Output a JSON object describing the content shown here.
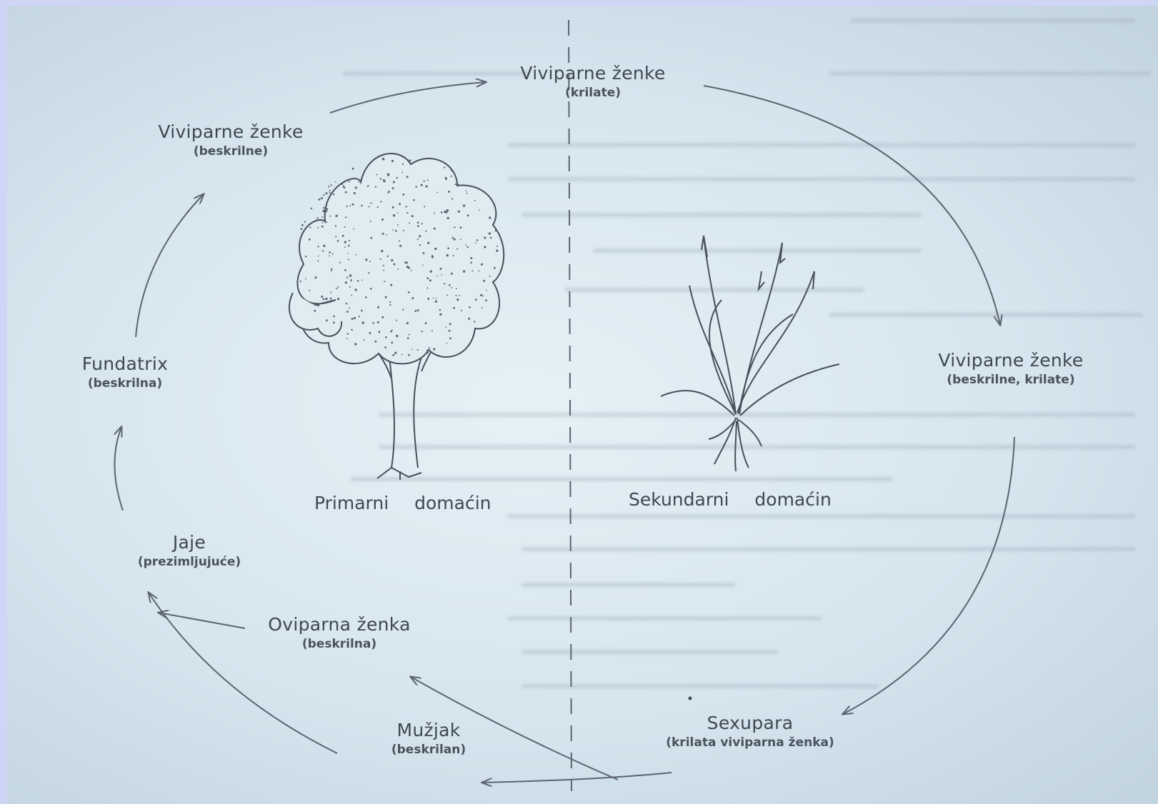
{
  "nodes": {
    "viviparne_krilate": {
      "title": "Viviparne ženke",
      "sub": "(krilate)"
    },
    "viviparne_beskrilne": {
      "title": "Viviparne ženke",
      "sub": "(beskrilne)"
    },
    "viviparne_beskrilne_krilate": {
      "title": "Viviparne ženke",
      "sub": "(beskrilne, krilate)"
    },
    "fundatrix": {
      "title": "Fundatrix",
      "sub": "(beskrilna)"
    },
    "jaje": {
      "title": "Jaje",
      "sub": "(prezimljujuće)"
    },
    "oviparna": {
      "title": "Oviparna ženka",
      "sub": "(beskrilna)"
    },
    "muzjak": {
      "title": "Mužjak",
      "sub": "(beskrilan)"
    },
    "sexupara": {
      "title": "Sexupara",
      "sub": "(krilata viviparna ženka)"
    }
  },
  "hosts": {
    "primary": "Primarni domaćin",
    "secondary": "Sekundarni domaćin"
  },
  "colors": {
    "ink": "#3f4852",
    "arrow": "#5b6470",
    "paper": "#dcebf1"
  }
}
